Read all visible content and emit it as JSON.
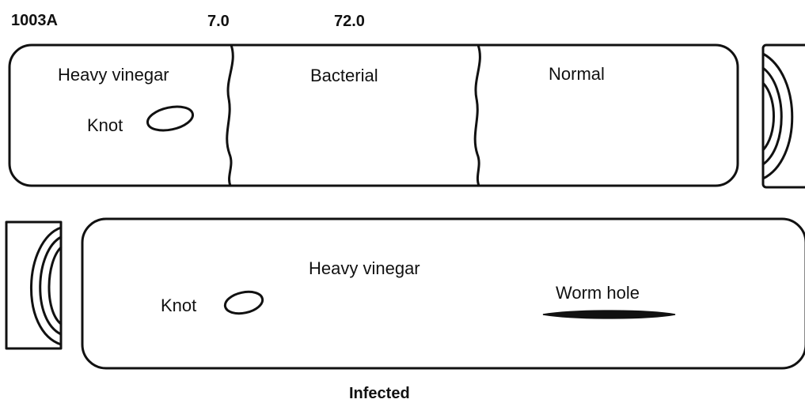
{
  "header": {
    "specimen_id": "1003A",
    "value_1": "7.0",
    "value_2": "72.0"
  },
  "board_top": {
    "zones": [
      {
        "label": "Heavy vinegar"
      },
      {
        "label": "Bacterial"
      },
      {
        "label": "Normal"
      }
    ],
    "knot_label": "Knot"
  },
  "board_bottom": {
    "zone_label": "Heavy vinegar",
    "knot_label": "Knot",
    "worm_hole_label": "Worm hole"
  },
  "caption": "Infected",
  "colors": {
    "line": "#111111",
    "background": "#ffffff"
  }
}
